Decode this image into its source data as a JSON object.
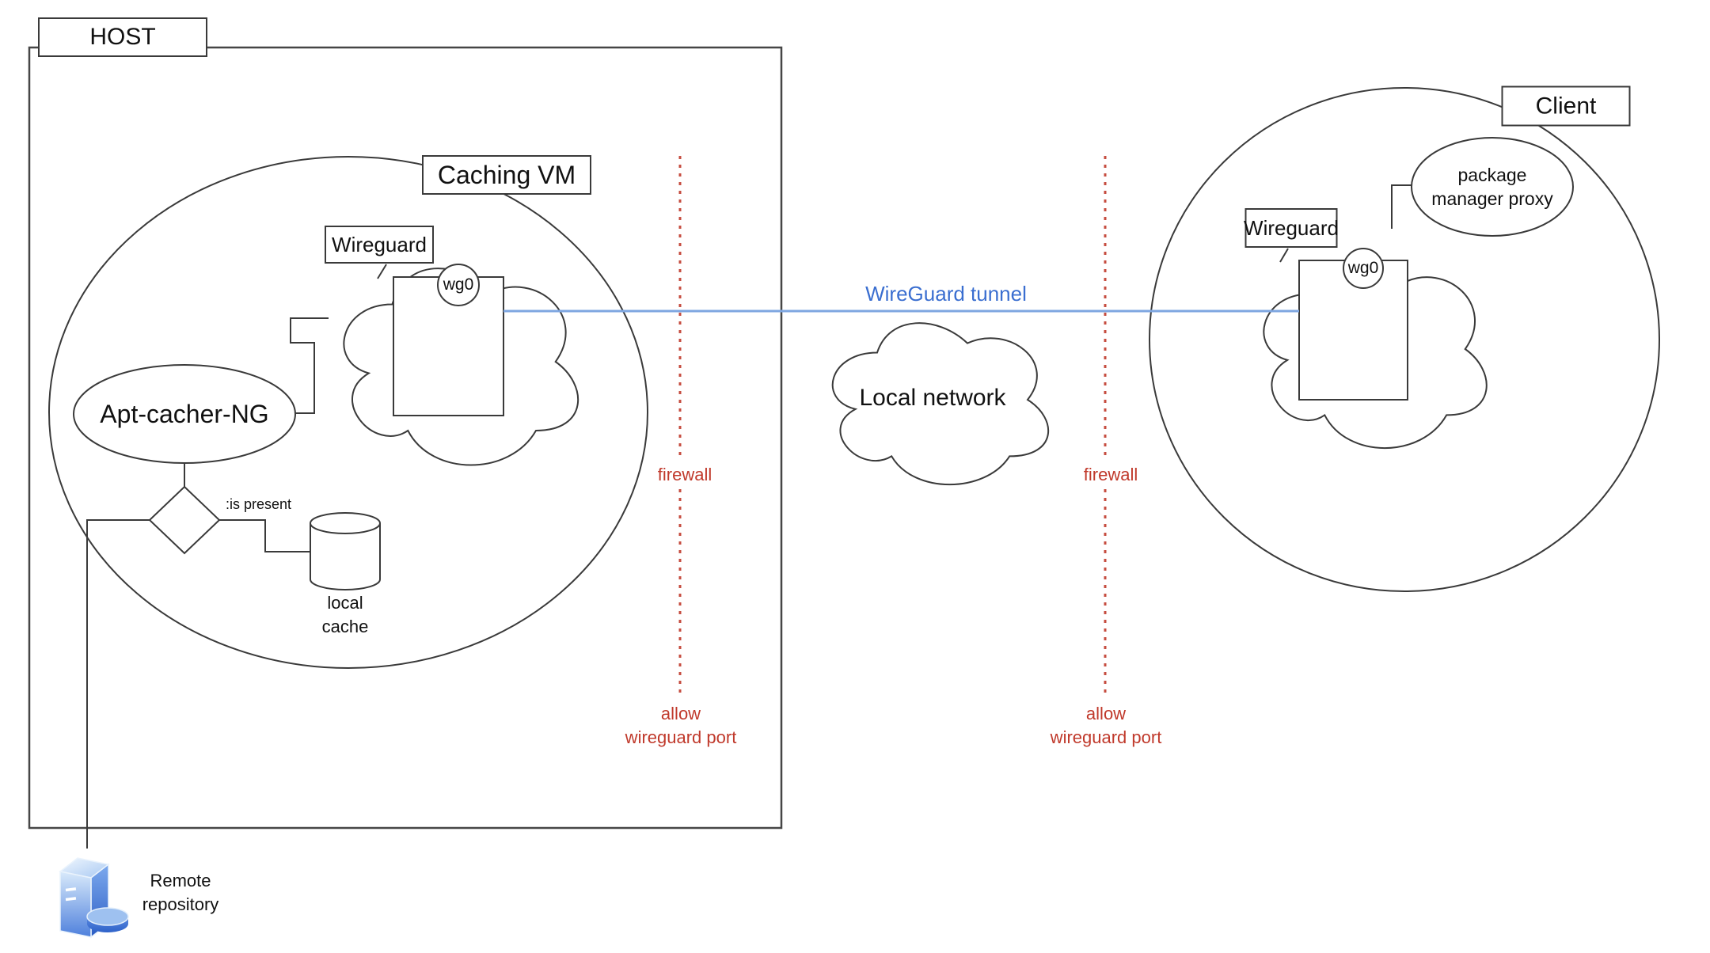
{
  "host": {
    "label": "HOST"
  },
  "caching_vm": {
    "label": "Caching VM"
  },
  "wireguard_left": {
    "label": "Wireguard",
    "interface": "wg0"
  },
  "apt_cacher": {
    "label": "Apt-cacher-NG"
  },
  "condition": {
    "label": ":is present"
  },
  "local_cache": {
    "line1": "local",
    "line2": "cache"
  },
  "firewall_left": {
    "label": "firewall",
    "rule_line1": "allow",
    "rule_line2": "wireguard port"
  },
  "wireguard_tunnel": {
    "label": "WireGuard tunnel"
  },
  "local_network": {
    "label": "Local network"
  },
  "firewall_right": {
    "label": "firewall",
    "rule_line1": "allow",
    "rule_line2": "wireguard port"
  },
  "client": {
    "label": "Client"
  },
  "package_manager_proxy": {
    "line1": "package",
    "line2": "manager proxy"
  },
  "wireguard_right": {
    "label": "Wireguard",
    "interface": "wg0"
  },
  "remote_repository": {
    "line1": "Remote",
    "line2": "repository"
  },
  "colors": {
    "tunnel_line": "#7EA6E0",
    "tunnel_text": "#3A6ED0",
    "firewall_red": "#C0392B",
    "shape_stroke": "#3A3A3A",
    "repo_icon_light": "#BAD4F2",
    "repo_icon_dark": "#2E62C9"
  }
}
